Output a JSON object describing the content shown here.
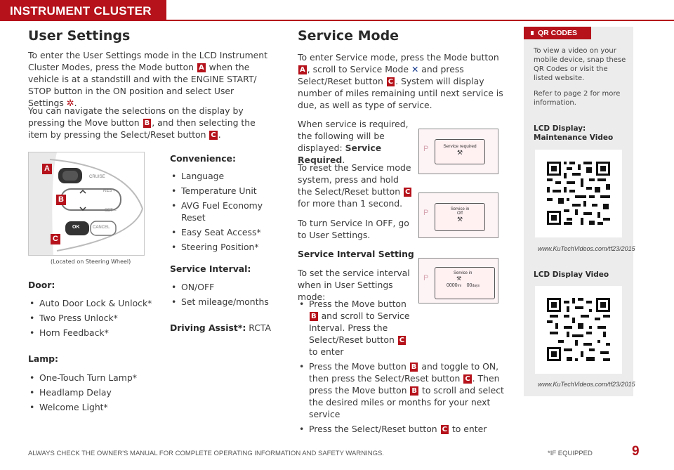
{
  "header": {
    "section": "INSTRUMENT CLUSTER"
  },
  "user_settings": {
    "title": "User Settings",
    "p1": [
      "To enter the User Settings mode in the LCD Instrument Cluster Modes, press the Mode button ",
      "A",
      " when the vehicle is at a standstill and with the ENGINE START/ STOP button in the ON position and select User Settings ",
      "."
    ],
    "p2": [
      "You can navigate the selections on the display by pressing the Move button ",
      "B",
      ", and then selecting the item by pressing the Select/Reset button ",
      "C",
      "."
    ],
    "wheel_caption": "(Located on Steering Wheel)",
    "wheel_labels": {
      "cruise": "CRUISE",
      "res": "RES +",
      "set": "SET –",
      "ok": "OK",
      "cancel": "CANCEL",
      "a": "A",
      "b": "B",
      "c": "C"
    },
    "convenience": {
      "title": "Convenience:",
      "items": [
        "Language",
        "Temperature Unit",
        "AVG Fuel Economy Reset",
        "Easy Seat Access*",
        "Steering Position*"
      ]
    },
    "service_interval": {
      "title": "Service Interval:",
      "items": [
        "ON/OFF",
        "Set mileage/months"
      ]
    },
    "driving_assist": {
      "title": "Driving Assist*:",
      "value": " RCTA"
    },
    "door": {
      "title": "Door:",
      "items": [
        "Auto Door Lock & Unlock*",
        "Two Press Unlock*",
        "Horn Feedback*"
      ]
    },
    "lamp": {
      "title": "Lamp:",
      "items": [
        "One-Touch Turn Lamp*",
        "Headlamp Delay",
        "Welcome Light*"
      ]
    }
  },
  "service_mode": {
    "title": "Service Mode",
    "p1": [
      "To enter Service mode, press the Mode button ",
      "A",
      ", scroll to Service Mode ",
      " and press Select/Reset button ",
      "C",
      ". System will display number of miles remaining until next service is due, as well as type of service."
    ],
    "p2a": "When service is required, the following will be displayed:",
    "p2b": "Service Required",
    "p3": [
      "To reset the Service mode system, press and hold the Select/Reset button ",
      "C",
      " for more than 1 second."
    ],
    "p4": "To turn Service In OFF, go to User Settings.",
    "interval_title": "Service Interval Setting",
    "p5": "To set the service interval when in User Settings mode:",
    "bullets": [
      [
        "Press the Move button ",
        "B",
        " and scroll to Service Interval. Press the Select/Reset button ",
        "C",
        " to enter"
      ],
      [
        "Press the Move button ",
        "B",
        " and toggle to ON, then press the Select/Reset button ",
        "C",
        ". Then press the Move button ",
        "B",
        " to scroll and select the desired miles or months for your next service"
      ],
      [
        "Press the Select/Reset button ",
        "C",
        " to enter"
      ]
    ],
    "screens": {
      "s1": "Service required",
      "s2a": "Service in",
      "s2b": "Off",
      "s3": "Service in",
      "s3_mi": "0000",
      "s3_mi_unit": "mi",
      "s3_days": "00",
      "s3_days_unit": "days",
      "p": "P"
    }
  },
  "qr": {
    "tag": "QR CODES",
    "intro": "To view a video on your mobile device, snap these QR Codes or visit the listed website.",
    "ref": "Refer to page 2 for more information.",
    "v1_title": "LCD Display: Maintenance Video",
    "v1_url": "www.KuTechVideos.com/tf23/2015",
    "v2_title": "LCD Display Video",
    "v2_url": "www.KuTechVideos.com/tf23/2015"
  },
  "footer": {
    "warning": "ALWAYS CHECK THE OWNER'S MANUAL FOR COMPLETE OPERATING INFORMATION AND SAFETY WARNINGS.",
    "equipped": "*IF EQUIPPED",
    "page": "9"
  },
  "colors": {
    "accent": "#b5121b",
    "panel": "#ececec"
  }
}
